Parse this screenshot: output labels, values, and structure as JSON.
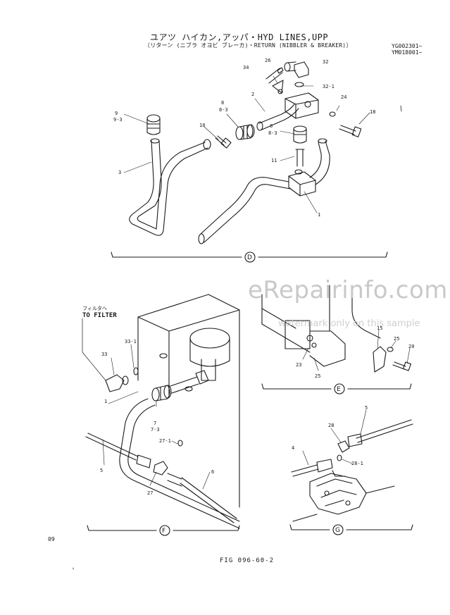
{
  "header": {
    "title": "ユアツ ハイカン,アッパ・HYD LINES,UPP",
    "subtitle": "〔リターン (ニブラ オヨビ ブレーカ)・RETURN (NIBBLER & BREAKER)〕",
    "serials": [
      "YG002301~",
      "YM018001~"
    ]
  },
  "watermark": {
    "site": "eRepairinfo.com",
    "note": "watermark only on this sample"
  },
  "filter_note": {
    "jp": "フィルタへ",
    "en": "TO FILTER"
  },
  "sections": {
    "D": {
      "label": "D",
      "callouts": [
        "34",
        "26",
        "32",
        "32-1",
        "2",
        "24",
        "18",
        "8",
        "8-3",
        "9",
        "9-3",
        "10",
        "8",
        "8-3",
        "11",
        "3",
        "1"
      ]
    },
    "E": {
      "label": "E",
      "callouts": [
        "15",
        "25",
        "20",
        "23",
        "25"
      ]
    },
    "F": {
      "label": "F",
      "callouts": [
        "33-1",
        "33",
        "1",
        "7",
        "7-3",
        "27-1",
        "5",
        "27",
        "6"
      ]
    },
    "G": {
      "label": "G",
      "callouts": [
        "5",
        "28",
        "4",
        "28-1"
      ]
    }
  },
  "footer": {
    "figure": "FIG 096-60-2",
    "page": "09"
  }
}
